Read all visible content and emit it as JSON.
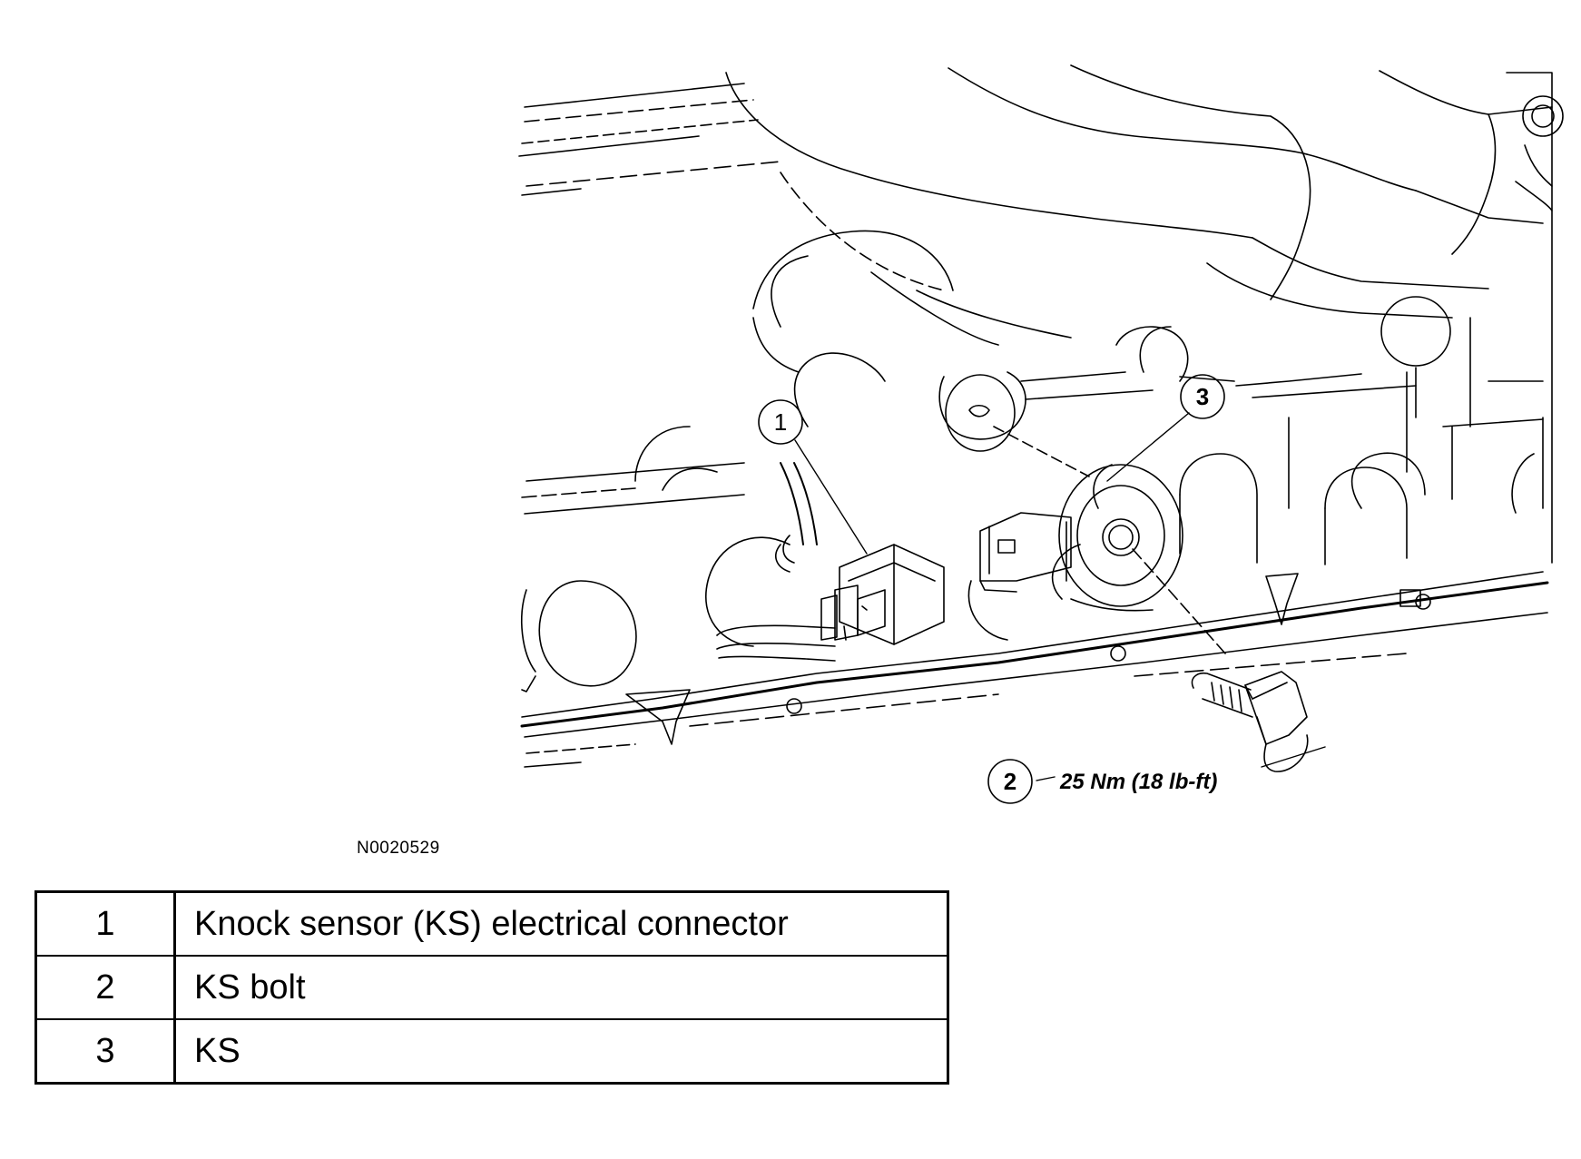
{
  "figure": {
    "id": "N0020529",
    "callouts": [
      {
        "number": "1"
      },
      {
        "number": "2",
        "spec": "25 Nm (18 lb-ft)"
      },
      {
        "number": "3"
      }
    ]
  },
  "legend": {
    "rows": [
      {
        "number": "1",
        "description": "Knock sensor (KS) electrical connector"
      },
      {
        "number": "2",
        "description": "KS bolt"
      },
      {
        "number": "3",
        "description": "KS"
      }
    ]
  },
  "colors": {
    "line": "#000000",
    "background": "#ffffff"
  }
}
